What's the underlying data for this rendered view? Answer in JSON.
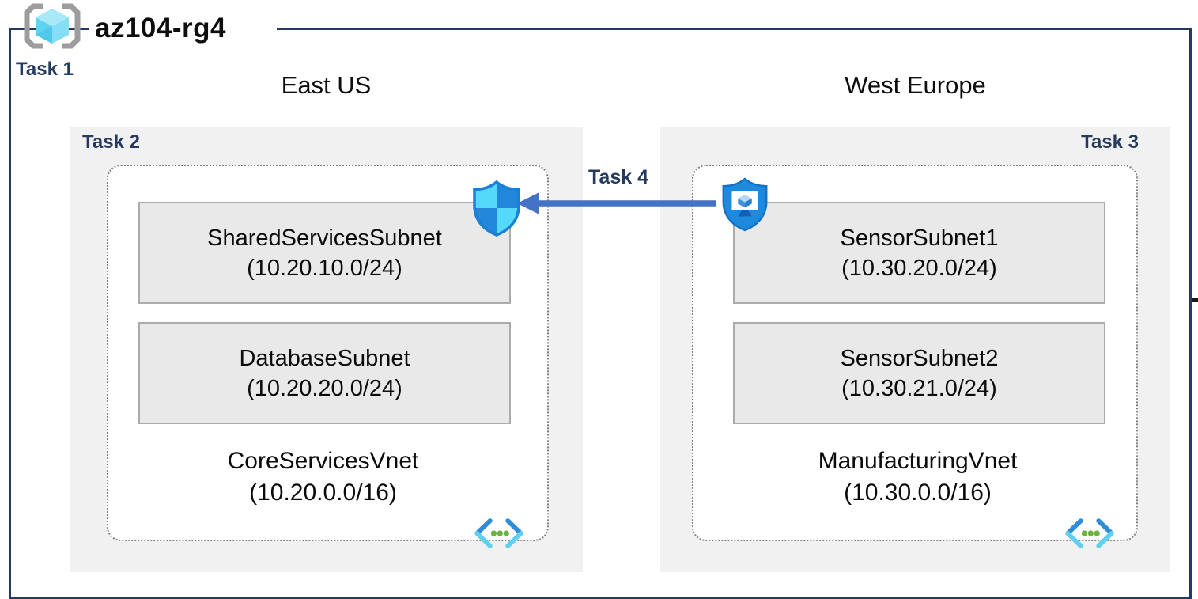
{
  "resource_group": {
    "name": "az104-rg4",
    "task_label": "Task 1"
  },
  "regions": [
    {
      "name": "East US",
      "task_label": "Task 2",
      "vnet": {
        "name": "CoreServicesVnet",
        "cidr": "(10.20.0.0/16)",
        "subnets": [
          {
            "name": "SharedServicesSubnet",
            "cidr": "(10.20.10.0/24)"
          },
          {
            "name": "DatabaseSubnet",
            "cidr": "(10.20.20.0/24)"
          }
        ]
      }
    },
    {
      "name": "West Europe",
      "task_label": "Task 3",
      "vnet": {
        "name": "ManufacturingVnet",
        "cidr": "(10.30.0.0/16)",
        "subnets": [
          {
            "name": "SensorSubnet1",
            "cidr": "(10.30.20.0/24)"
          },
          {
            "name": "SensorSubnet2",
            "cidr": "(10.30.21.0/24)"
          }
        ]
      }
    }
  ],
  "connection": {
    "label": "Task 4",
    "direction": "west-europe-to-east-us"
  },
  "icons": {
    "resource_group": "resource-group-icon",
    "nsg": "network-security-group-shield-icon",
    "asg": "application-security-group-shield-icon",
    "vnet": "virtual-network-icon"
  },
  "colors": {
    "border_navy": "#243A5E",
    "region_box_gray": "#F1F1F1",
    "subnet_fill": "#E9E9E9",
    "subnet_border": "#ABABAB",
    "dotted_border": "#808080",
    "arrow_blue": "#4472C4",
    "shield_light_cyan": "#55D9FA",
    "shield_blue": "#2287DB",
    "vnet_dot_green": "#6CB33E"
  }
}
